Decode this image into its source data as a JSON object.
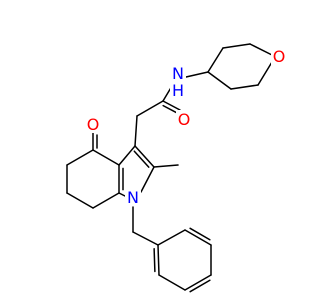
{
  "colors": {
    "background": "#ffffff",
    "bond": "#000000",
    "oxygen": "#ff0000",
    "nitrogen": "#0000ff"
  },
  "atoms": {
    "ketone_oxygen": {
      "symbol": "O",
      "color": "#ff0000"
    },
    "amide_oxygen": {
      "symbol": "O",
      "color": "#ff0000"
    },
    "ring_oxygen": {
      "symbol": "O",
      "color": "#ff0000"
    },
    "amide_nitrogen": {
      "symbol": "N",
      "color": "#0000ff"
    },
    "amide_hydrogen": {
      "symbol": "H",
      "color": "#0000ff"
    },
    "pyrrole_nitrogen": {
      "symbol": "N",
      "color": "#0000ff"
    }
  }
}
